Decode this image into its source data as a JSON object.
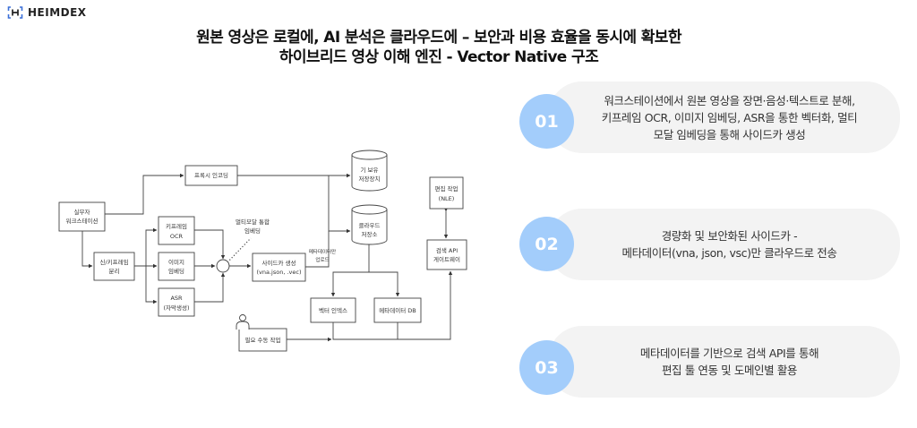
{
  "logo": {
    "icon": "heimdex-bracket-logo-icon",
    "text": "HEIMDEX",
    "color": "#3a6fd8"
  },
  "title": {
    "line1": "원본 영상은 로컬에, AI 분석은 클라우드에 – 보안과 비용 효율을 동시에 확보한",
    "line2": "하이브리드 영상 이해 엔진 - Vector Native 구조"
  },
  "diagram": {
    "workstation": [
      "실무자",
      "워크스테이션"
    ],
    "proxy_encoding": [
      "프록시 인코딩"
    ],
    "scene_split": [
      "신/키프레임",
      "분리"
    ],
    "keyframe_ocr": [
      "키프레임",
      "OCR"
    ],
    "image_embedding": [
      "이미지",
      "임베딩"
    ],
    "asr": [
      "ASR",
      "(자막생성)"
    ],
    "multimodal_note": [
      "멀티모달 통합",
      "임베딩"
    ],
    "sidecar": [
      "사이드카 생성",
      "(vna.json, .vec)"
    ],
    "metadata_upload_note": [
      "메타데이터만",
      "업로드"
    ],
    "legacy_storage": [
      "기 보유",
      "저장장치"
    ],
    "cloud_storage": [
      "클라우드",
      "저장소"
    ],
    "nle_edit": [
      "편집 작업",
      "(NLE)"
    ],
    "search_gateway": [
      "검색 API",
      "게이트웨이"
    ],
    "vector_index": [
      "벡터 인덱스"
    ],
    "metadata_db": [
      "메타데이터 DB"
    ],
    "manual_work": [
      "필요 수동 작업"
    ]
  },
  "steps": [
    {
      "number": "01",
      "lines": [
        "워크스테이션에서 원본 영상을 장면·음성·텍스트로 분해,",
        "키프레임 OCR, 이미지 임베딩, ASR을 통한 벡터화, 멀티",
        "모달 임베딩을 통해 사이드카 생성"
      ]
    },
    {
      "number": "02",
      "lines": [
        "경량화 및 보안화된 사이드카 -",
        "메타데이터(vna, json, vsc)만 클라우드로 전송"
      ]
    },
    {
      "number": "03",
      "lines": [
        "메타데이터를 기반으로 검색 API를 통해",
        "편집 툴 연동 및 도메인별 활용"
      ]
    }
  ],
  "colors": {
    "badge": "#a3cdfb",
    "card": "#f3f3f3",
    "line": "#444444"
  }
}
